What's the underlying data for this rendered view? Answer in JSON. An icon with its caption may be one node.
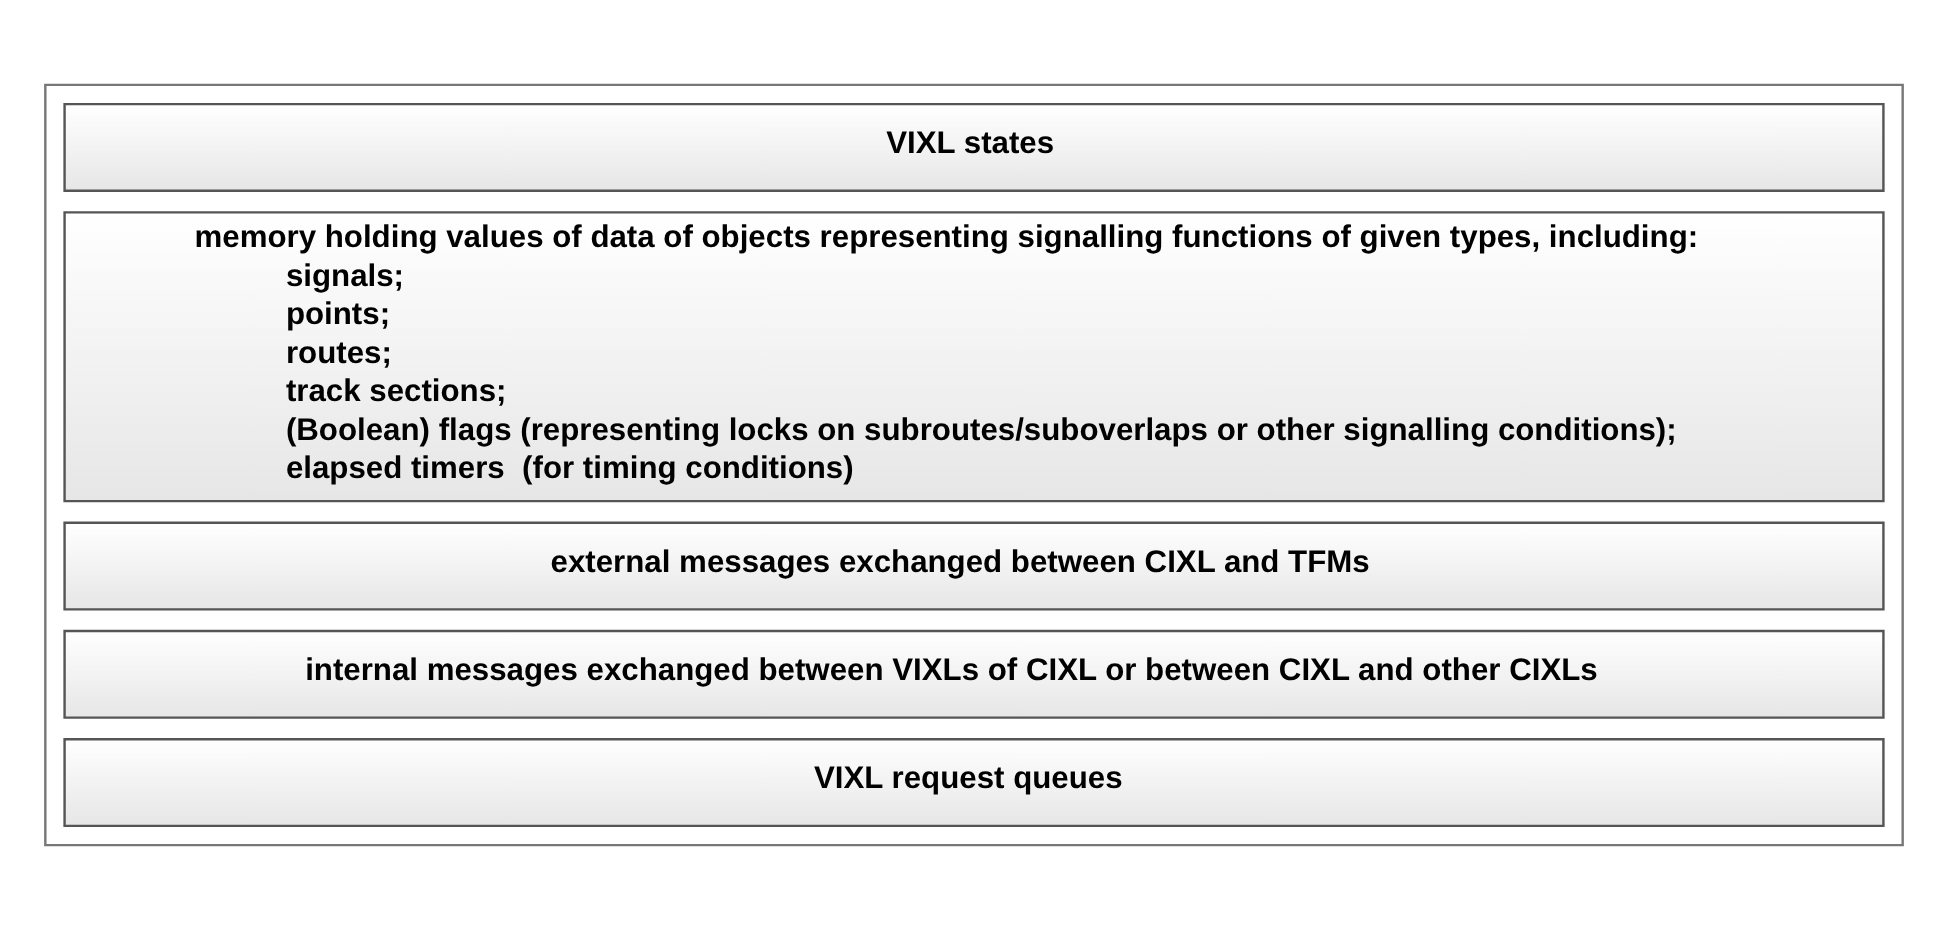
{
  "diagram": {
    "nodes": [
      {
        "text": [],
        "shape": "box"
      },
      {
        "text": [
          "VIXL states"
        ],
        "in": 0
      },
      {
        "text": [
          "memory holding values of data of objects representing signalling functions of given types, including:",
          "signals;",
          "points;",
          "routes;",
          "track sections;",
          "(Boolean) flags (representing locks on subroutes/suboverlaps or other signalling conditions);",
          "elapsed timers  (for timing conditions)"
        ],
        "in": 0
      },
      {
        "text": [
          "external messages exchanged between CIXL and TFMs"
        ],
        "in": 0
      },
      {
        "text": [
          "internal messages exchanged between VIXLs of CIXL or between CIXL and other CIXLs"
        ],
        "in": 0
      },
      {
        "text": [
          "VIXL request queues"
        ],
        "in": 0
      }
    ]
  }
}
